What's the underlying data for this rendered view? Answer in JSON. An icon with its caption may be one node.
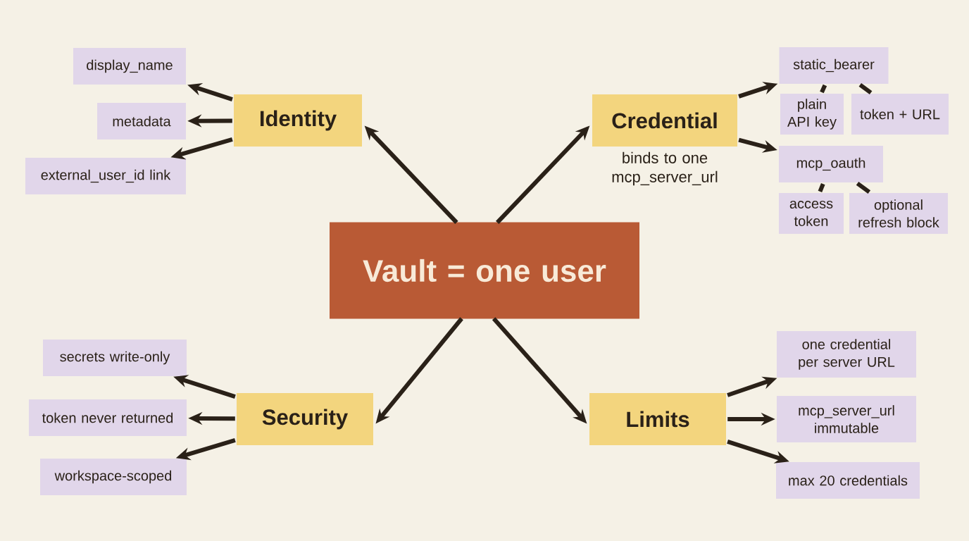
{
  "diagram": {
    "nodes": [
      {
        "text": [
          "Vault = one user"
        ]
      },
      {
        "text": [
          "Identity"
        ]
      },
      {
        "text": [
          "display_name"
        ]
      },
      {
        "text": [
          "metadata"
        ]
      },
      {
        "text": [
          "external_user_id link"
        ]
      },
      {
        "text": [
          "Credential"
        ],
        "beside": [
          "binds to one mcp_server_url"
        ]
      },
      {
        "text": [
          "static_bearer"
        ]
      },
      {
        "text": [
          "plain API key"
        ]
      },
      {
        "text": [
          "token + URL"
        ]
      },
      {
        "text": [
          "mcp_oauth"
        ]
      },
      {
        "text": [
          "access token"
        ]
      },
      {
        "text": [
          "optional refresh block"
        ]
      },
      {
        "text": [
          "Security"
        ]
      },
      {
        "text": [
          "secrets write-only"
        ]
      },
      {
        "text": [
          "token never returned"
        ]
      },
      {
        "text": [
          "workspace-scoped"
        ]
      },
      {
        "text": [
          "Limits"
        ]
      },
      {
        "text": [
          "one credential per server URL"
        ]
      },
      {
        "text": [
          "mcp_server_url immutable"
        ]
      },
      {
        "text": [
          "max 20 credentials"
        ]
      }
    ],
    "edges": [
      {
        "from": 0,
        "to": 1,
        "arrow": "to"
      },
      {
        "from": 0,
        "to": 5,
        "arrow": "to"
      },
      {
        "from": 0,
        "to": 12,
        "arrow": "to"
      },
      {
        "from": 0,
        "to": 16,
        "arrow": "to"
      },
      {
        "from": 1,
        "to": 2,
        "arrow": "to"
      },
      {
        "from": 1,
        "to": 3,
        "arrow": "to"
      },
      {
        "from": 1,
        "to": 4,
        "arrow": "to"
      },
      {
        "from": 5,
        "to": 6,
        "arrow": "to"
      },
      {
        "from": 5,
        "to": 9,
        "arrow": "to"
      },
      {
        "from": 6,
        "to": 7,
        "arrow": "none"
      },
      {
        "from": 6,
        "to": 8,
        "arrow": "none"
      },
      {
        "from": 9,
        "to": 10,
        "arrow": "none"
      },
      {
        "from": 9,
        "to": 11,
        "arrow": "none"
      },
      {
        "from": 12,
        "to": 13,
        "arrow": "to"
      },
      {
        "from": 12,
        "to": 14,
        "arrow": "to"
      },
      {
        "from": 12,
        "to": 15,
        "arrow": "to"
      },
      {
        "from": 16,
        "to": 17,
        "arrow": "to"
      },
      {
        "from": 16,
        "to": 18,
        "arrow": "to"
      },
      {
        "from": 16,
        "to": 19,
        "arrow": "to"
      }
    ]
  }
}
